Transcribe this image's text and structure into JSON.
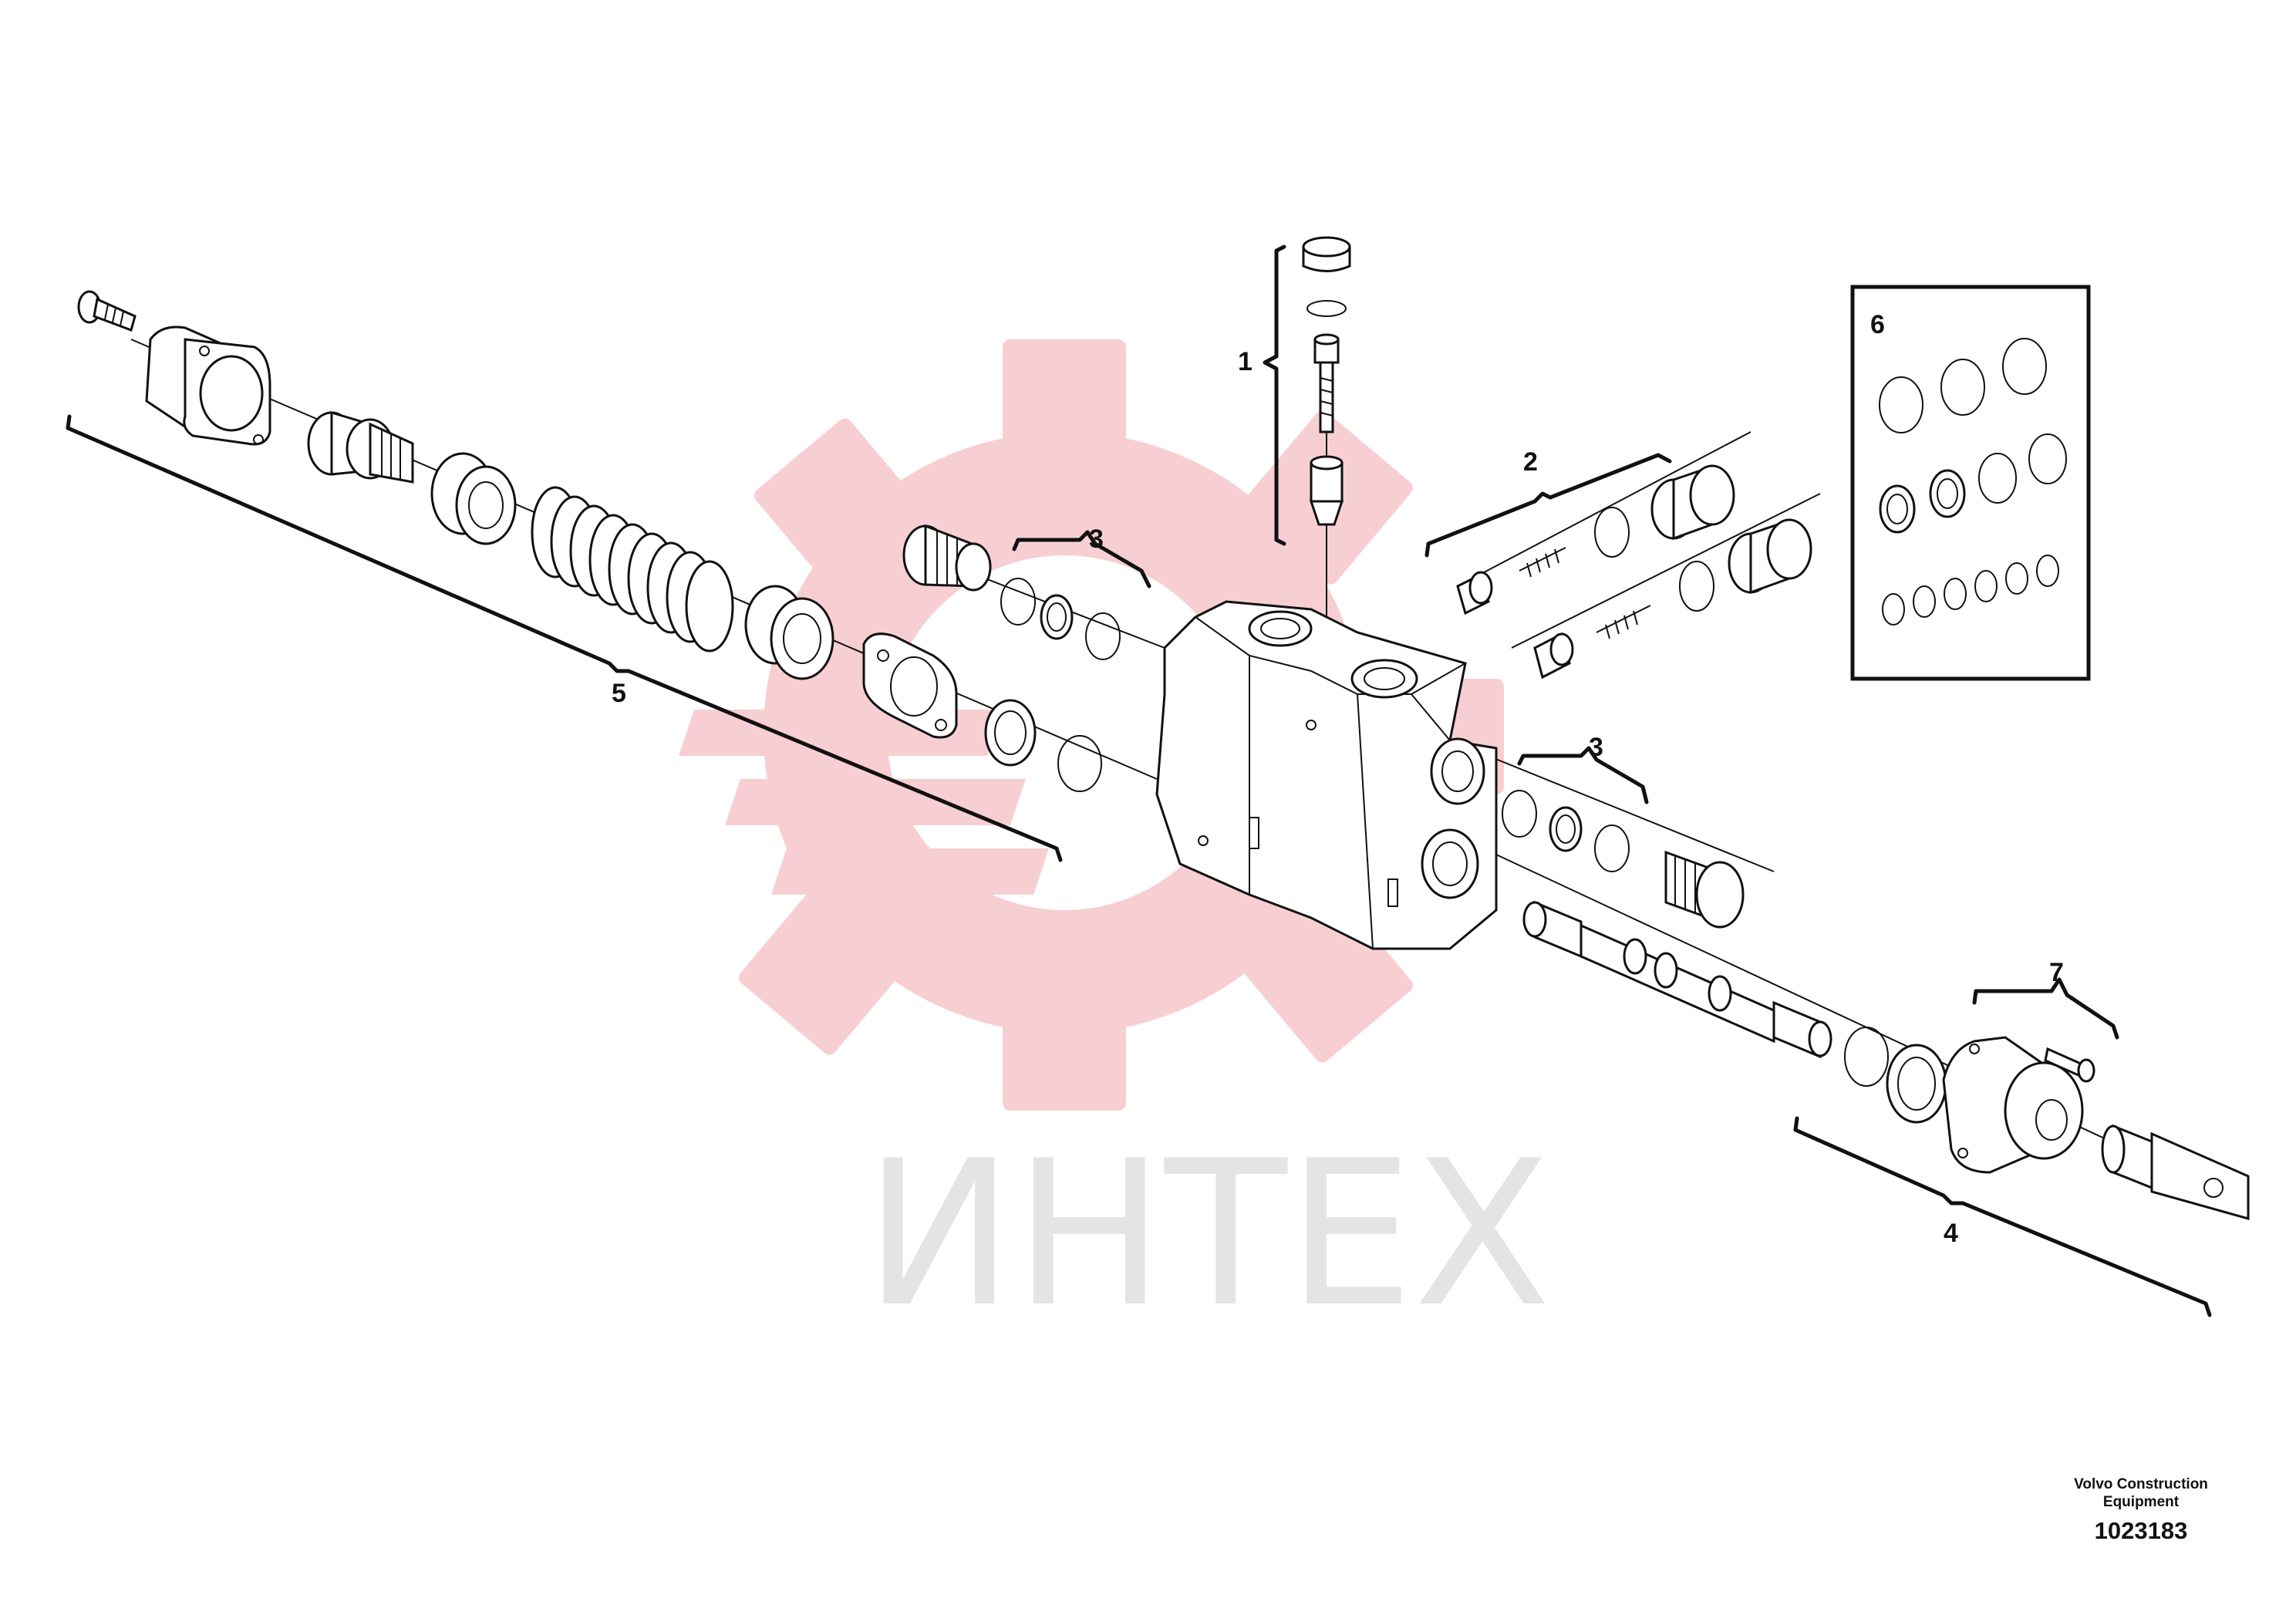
{
  "diagram": {
    "callouts": [
      "1",
      "2",
      "3",
      "3",
      "4",
      "5",
      "6",
      "7"
    ],
    "inset_label": "6",
    "credit_line1": "Volvo Construction",
    "credit_line2": "Equipment",
    "doc_number": "1023183",
    "watermark_text": "ИНТЕХ",
    "colors": {
      "line": "#111111",
      "watermark_logo": "#f7c9cc",
      "watermark_text": "#e4e4e4",
      "background": "#ffffff"
    }
  }
}
